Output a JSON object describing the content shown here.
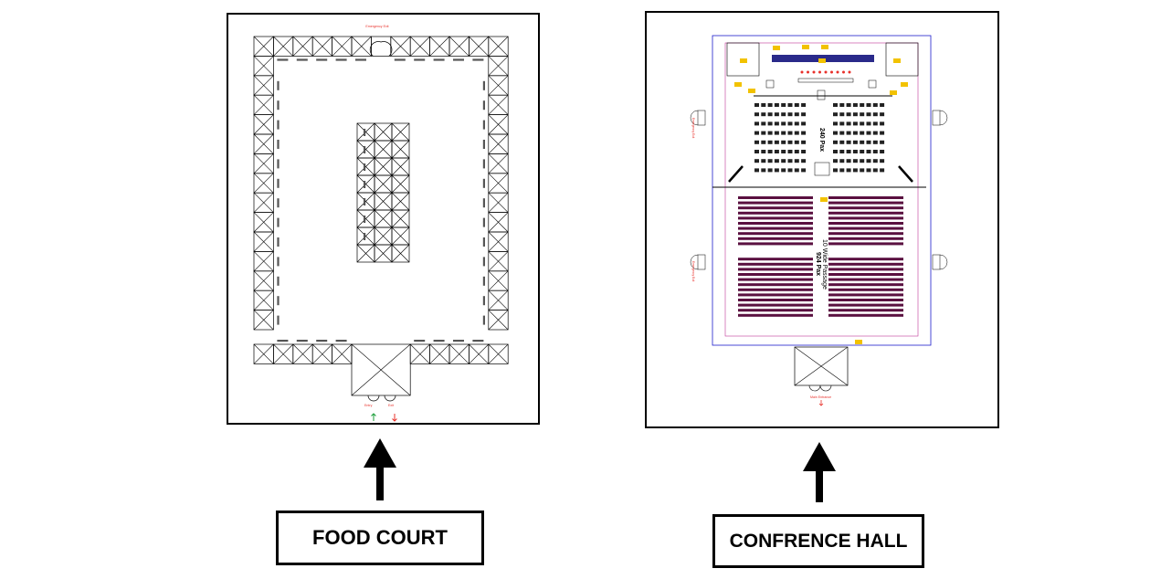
{
  "food_court": {
    "caption": "FOOD COURT",
    "emergency_exit": "Emergency Exit",
    "entry": "Entry",
    "exit": "Exit"
  },
  "conference_hall": {
    "caption": "CONFRENCE HALL",
    "upper_capacity": "240 Pax",
    "lower_capacity": "924 Pax",
    "passage_note": "10 Wide Passage",
    "emergency_exit": "Emergency Exit",
    "main_entrance": "Main Entrance"
  },
  "colors": {
    "line": "#000000",
    "accent_red": "#e8302a",
    "accent_blue": "#1c1ccc",
    "accent_magenta": "#c0389a",
    "tag_yellow": "#f2c200",
    "seat": "#5a1040",
    "entry_green": "#1b9e3a"
  }
}
